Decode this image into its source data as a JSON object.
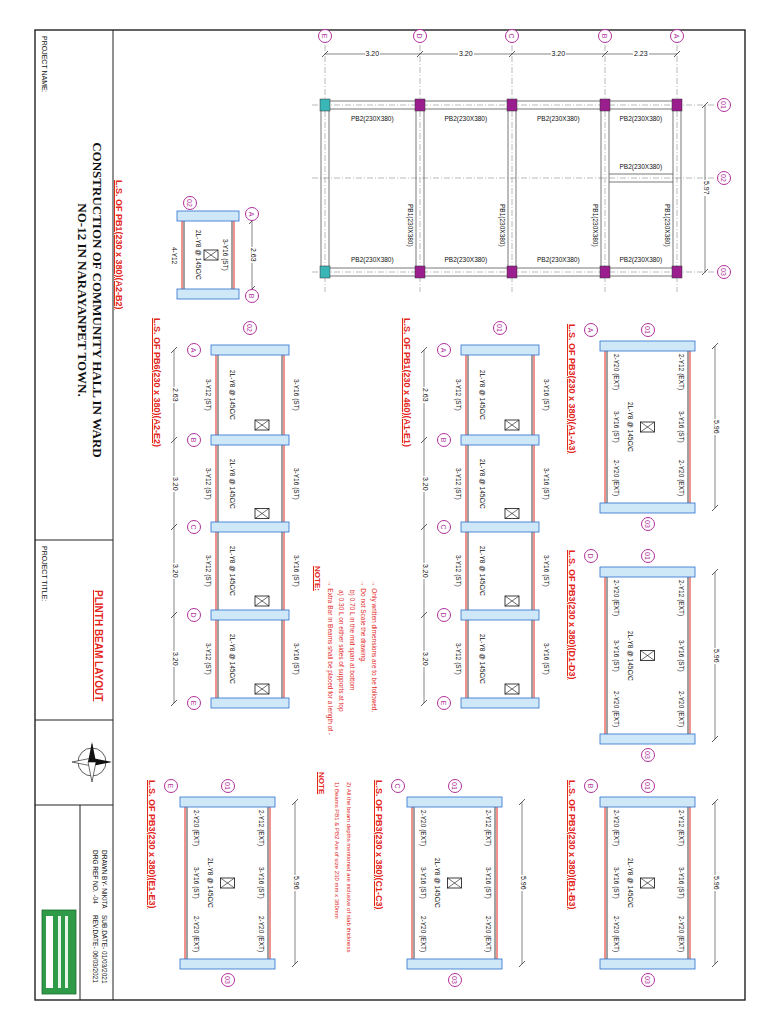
{
  "diagram": {
    "title": "CONSTRUCTION OF COMMUNITY HALL IN WARD NO-12 IN NARAYANPET TOWN.",
    "nodes": [
      {
        "text": [
          "E"
        ]
      },
      {
        "text": [
          "D"
        ]
      },
      {
        "text": [
          "C"
        ]
      },
      {
        "text": [
          "B"
        ]
      },
      {
        "text": [
          "A"
        ]
      },
      {
        "text": [
          "01"
        ]
      },
      {
        "text": [
          "02"
        ]
      },
      {
        "text": [
          "03"
        ]
      },
      {
        "text": [
          "02"
        ]
      },
      {
        "text": [
          "A"
        ]
      },
      {
        "text": [
          "B"
        ]
      },
      {
        "text": [
          "02"
        ]
      },
      {
        "text": [
          "A"
        ]
      },
      {
        "text": [
          "B"
        ]
      },
      {
        "text": [
          "C"
        ]
      },
      {
        "text": [
          "D"
        ]
      },
      {
        "text": [
          "E"
        ]
      },
      {
        "text": [
          "01"
        ]
      },
      {
        "text": [
          "A"
        ]
      },
      {
        "text": [
          "B"
        ]
      },
      {
        "text": [
          "C"
        ]
      },
      {
        "text": [
          "D"
        ]
      },
      {
        "text": [
          "E"
        ]
      },
      {
        "text": [
          "A"
        ]
      },
      {
        "text": [
          "01"
        ]
      },
      {
        "text": [
          "03"
        ]
      },
      {
        "text": [
          "D"
        ]
      },
      {
        "text": [
          "01"
        ]
      },
      {
        "text": [
          "03"
        ]
      },
      {
        "text": [
          "E"
        ]
      },
      {
        "text": [
          "01"
        ]
      },
      {
        "text": [
          "03"
        ]
      },
      {
        "text": [
          "C"
        ]
      },
      {
        "text": [
          "01"
        ]
      },
      {
        "text": [
          "03"
        ]
      },
      {
        "text": [
          "B"
        ]
      },
      {
        "text": [
          "01"
        ]
      },
      {
        "text": [
          "03"
        ]
      }
    ],
    "labels": [
      "PROJECT NAME:",
      "PROJECT TITLE:",
      "PLINTH BEAM LAYOUT",
      "DRAWN BY- NIKITA",
      "DRG REF NO. -04",
      "SUB.DATE- 01/03/2021",
      "REV.DATE- 06/03/2021",
      "3.20",
      "3.20",
      "3.20",
      "2.23",
      "5.97",
      "PB2(230X380)",
      "PB2(230X380)",
      "PB2(230X380)",
      "PB2(230X380)",
      "PB2(230X380)",
      "PB2(230X380)",
      "PB2(230X380)",
      "PB2(230X380)",
      "PB2(230X380)",
      "PB1(230X380)",
      "PB1(230X380)",
      "PB1(230X380)",
      "PB1(230X380)",
      "L.S. OF PB1(230 x 380)(A2-B2)",
      "2.63",
      "4-Y12",
      "2L-Y8 @ 145C/C",
      "3-Y16 (ST)",
      "L.S. OF PB6(230 x 380)(A2-E2)",
      "2.63",
      "3.20",
      "3.20",
      "3.20",
      "3-Y12 (ST)",
      "3-Y12 (ST)",
      "3-Y12 (ST)",
      "3-Y12 (ST)",
      "2L-Y8 @ 145C/C",
      "2L-Y8 @ 145C/C",
      "2L-Y8 @ 145C/C",
      "2L-Y8 @ 145C/C",
      "3-Y16 (ST)",
      "3-Y16 (ST)",
      "3-Y16 (ST)",
      "3-Y16 (ST)",
      "L.S. OF PB1(230 x 460)(A1-E1)",
      "2.63",
      "3.20",
      "3.20",
      "3.20",
      "3-Y12 (ST)",
      "3-Y12 (ST)",
      "3-Y12 (ST)",
      "3-Y12 (ST)",
      "2L-Y8 @ 145C/C",
      "2L-Y8 @ 145C/C",
      "2L-Y8 @ 145C/C",
      "2L-Y8 @ 145C/C",
      "3-Y16 (ST)",
      "3-Y16 (ST)",
      "3-Y16 (ST)",
      "3-Y16 (ST)",
      "L.S. OF PB3(230 x 380)(A1-A3)",
      "2-Y20 (EXT)",
      "3-Y16 (ST)",
      "2-Y20 (EXT)",
      "2L-Y8 @ 145C/C",
      "2-Y12 (EXT)",
      "3-Y16 (ST)",
      "2-Y20 (EXT)",
      "5.96",
      "L.S. OF PB3(230 x 380)(D1-D3)",
      "2-Y20 (EXT)",
      "3-Y16 (ST)",
      "2-Y20 (EXT)",
      "2L-Y8 @ 145C/C",
      "2-Y12 (EXT)",
      "3-Y16 (ST)",
      "2-Y20 (EXT)",
      "5.96",
      "L.S. OF PB3(230 x 380)(E1-E3)",
      "2-Y20 (EXT)",
      "3-Y16 (ST)",
      "2-Y20 (EXT)",
      "2L-Y8 @ 145C/C",
      "2-Y12 (EXT)",
      "3-Y16 (ST)",
      "2-Y20 (EXT)",
      "5.96",
      "L.S. OF PB3(230 x 380)(C1-C3)",
      "2-Y20 (EXT)",
      "3-Y16 (ST)",
      "2-Y20 (EXT)",
      "2L-Y8 @ 145C/C",
      "2-Y12 (EXT)",
      "3-Y16 (ST)",
      "2-Y20 (EXT)",
      "5.96",
      "L.S. OF PB3(230 x 380)(B1-B3)",
      "2-Y20 (EXT)",
      "3-Y16 (ST)",
      "2-Y20 (EXT)",
      "2L-Y8 @ 145C/C",
      "2-Y12 (EXT)",
      "3-Y16 (ST)",
      "2-Y20 (EXT)",
      "5.96",
      "NOTE:",
      "→ Extra Bar in Beams shall be placed for a length of -",
      "a) 0.30 L on either sides of supports at top",
      "b) 0.70 L in the mid span at bottom",
      "→ Do not Scale the drawing.",
      "→ Only written dimensions are to be followed.",
      "NOTE",
      "1) Beams PB1 & PB2 Are of size 230 mm x 380mm",
      "2) All the beam depths mentioned are inclusive of slab thickness"
    ]
  }
}
